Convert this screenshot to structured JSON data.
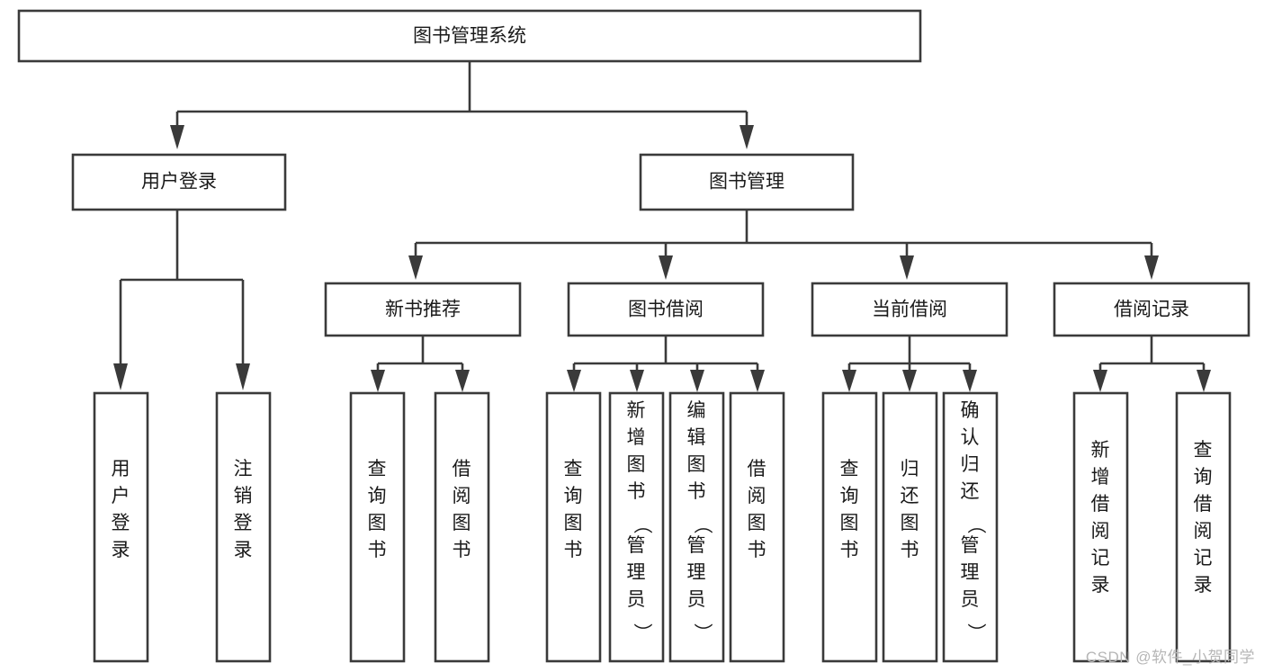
{
  "diagram": {
    "title": "图书管理系统",
    "type": "tree-hierarchy",
    "root": {
      "id": "root",
      "label": "图书管理系统",
      "orientation": "horizontal"
    },
    "level2": [
      {
        "id": "user-login",
        "label": "用户登录",
        "orientation": "horizontal"
      },
      {
        "id": "book-management",
        "label": "图书管理",
        "orientation": "horizontal"
      }
    ],
    "level3": [
      {
        "id": "new-book-recommend",
        "label": "新书推荐",
        "parent": "book-management",
        "orientation": "horizontal"
      },
      {
        "id": "book-borrow",
        "label": "图书借阅",
        "parent": "book-management",
        "orientation": "horizontal"
      },
      {
        "id": "current-borrow",
        "label": "当前借阅",
        "parent": "book-management",
        "orientation": "horizontal"
      },
      {
        "id": "borrow-record",
        "label": "借阅记录",
        "parent": "book-management",
        "orientation": "horizontal"
      }
    ],
    "leaves": [
      {
        "id": "leaf-user-login",
        "label": "用户登录",
        "parent": "user-login",
        "orientation": "vertical"
      },
      {
        "id": "leaf-logout",
        "label": "注销登录",
        "parent": "user-login",
        "orientation": "vertical"
      },
      {
        "id": "leaf-query-book-1",
        "label": "查询图书",
        "parent": "new-book-recommend",
        "orientation": "vertical"
      },
      {
        "id": "leaf-borrow-book-1",
        "label": "借阅图书",
        "parent": "new-book-recommend",
        "orientation": "vertical"
      },
      {
        "id": "leaf-query-book-2",
        "label": "查询图书",
        "parent": "book-borrow",
        "orientation": "vertical"
      },
      {
        "id": "leaf-add-book",
        "label": "新增图书（管理员）",
        "parent": "book-borrow",
        "orientation": "vertical"
      },
      {
        "id": "leaf-edit-book",
        "label": "编辑图书（管理员）",
        "parent": "book-borrow",
        "orientation": "vertical"
      },
      {
        "id": "leaf-borrow-book-2",
        "label": "借阅图书",
        "parent": "book-borrow",
        "orientation": "vertical"
      },
      {
        "id": "leaf-query-book-3",
        "label": "查询图书",
        "parent": "current-borrow",
        "orientation": "vertical"
      },
      {
        "id": "leaf-return-book",
        "label": "归还图书",
        "parent": "current-borrow",
        "orientation": "vertical"
      },
      {
        "id": "leaf-confirm-return",
        "label": "确认归还（管理员）",
        "parent": "current-borrow",
        "orientation": "vertical"
      },
      {
        "id": "leaf-add-borrow-record",
        "label": "新增借阅记录",
        "parent": "borrow-record",
        "orientation": "vertical"
      },
      {
        "id": "leaf-query-borrow-record",
        "label": "查询借阅记录",
        "parent": "borrow-record",
        "orientation": "vertical"
      }
    ],
    "colors": {
      "background": "#ffffff",
      "box_fill": "#ffffff",
      "box_stroke": "#3a3a3a",
      "connector": "#3a3a3a",
      "text": "#1a1a1a",
      "watermark": "#b6b6b6"
    },
    "watermark": "CSDN @软件_小贺同学"
  }
}
